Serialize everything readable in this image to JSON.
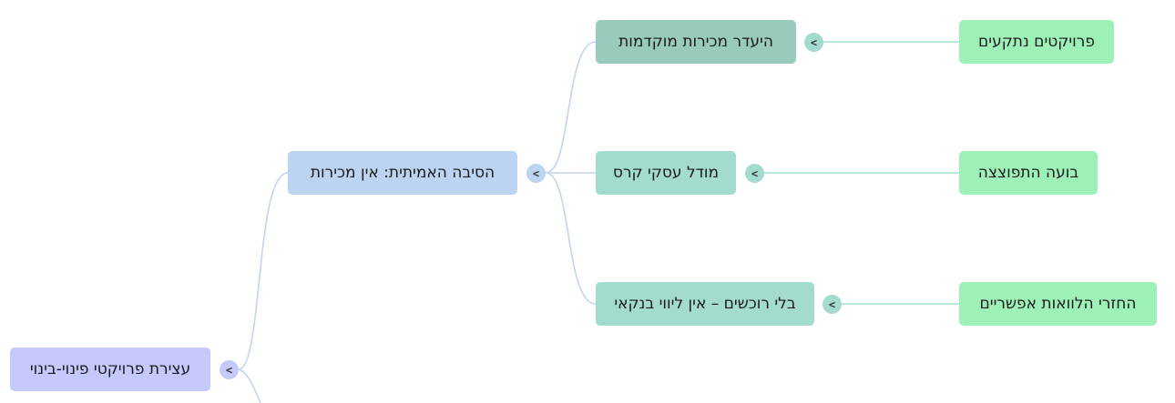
{
  "colors": {
    "root_fill": "#c4c8fa",
    "level1_fill": "#bcd4f2",
    "level2_fill": "#a3dccf",
    "level2_selected_fill": "#98cbbd",
    "leaf_fill": "#9ef0b9",
    "edge_blue": "#c3d3f0",
    "edge_teal": "#a6ddd0",
    "toggle_root": "#c4c8fa",
    "toggle_blue": "#bcd4f2",
    "toggle_teal": "#a3dccf"
  },
  "icons": {
    "collapse": "chevron-left-icon",
    "collapse_glyph": "<"
  },
  "nodes": {
    "root": {
      "label": "עצירת פרויקטי פינוי-בינוי"
    },
    "cause": {
      "label": "הסיבה האמיתית: אין מכירות"
    },
    "presales": {
      "label": "היעדר מכירות מוקדמות"
    },
    "model": {
      "label": "מודל עסקי קרס"
    },
    "buyers": {
      "label": "בלי רוכשים – אין ליווי בנקאי"
    },
    "stuck": {
      "label": "פרויקטים נתקעים"
    },
    "bubble": {
      "label": "בועה התפוצצה"
    },
    "loans": {
      "label": "החזרי הלוואות אפשריים"
    }
  }
}
